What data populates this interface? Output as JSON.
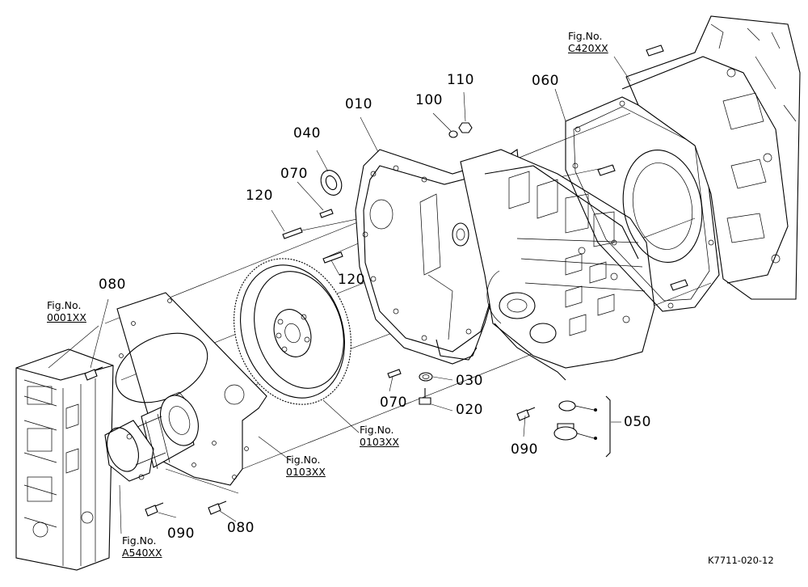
{
  "part_labels": {
    "p010": "010",
    "p020": "020",
    "p030": "030",
    "p040": "040",
    "p050": "050",
    "p060": "060",
    "p070a": "070",
    "p070b": "070",
    "p080a": "080",
    "p080b": "080",
    "p090a": "090",
    "p090b": "090",
    "p100": "100",
    "p110": "110",
    "p120a": "120",
    "p120b": "120"
  },
  "figure_refs": {
    "c420": {
      "prefix": "Fig.No.",
      "number": "C420XX"
    },
    "f0001": {
      "prefix": "Fig.No.",
      "number": "0001XX"
    },
    "f0103a": {
      "prefix": "Fig.No.",
      "number": "0103XX"
    },
    "f0103b": {
      "prefix": "Fig.No.",
      "number": "0103XX"
    },
    "a540": {
      "prefix": "Fig.No.",
      "number": "A540XX"
    }
  },
  "drawing_code": "K7711-020-12"
}
